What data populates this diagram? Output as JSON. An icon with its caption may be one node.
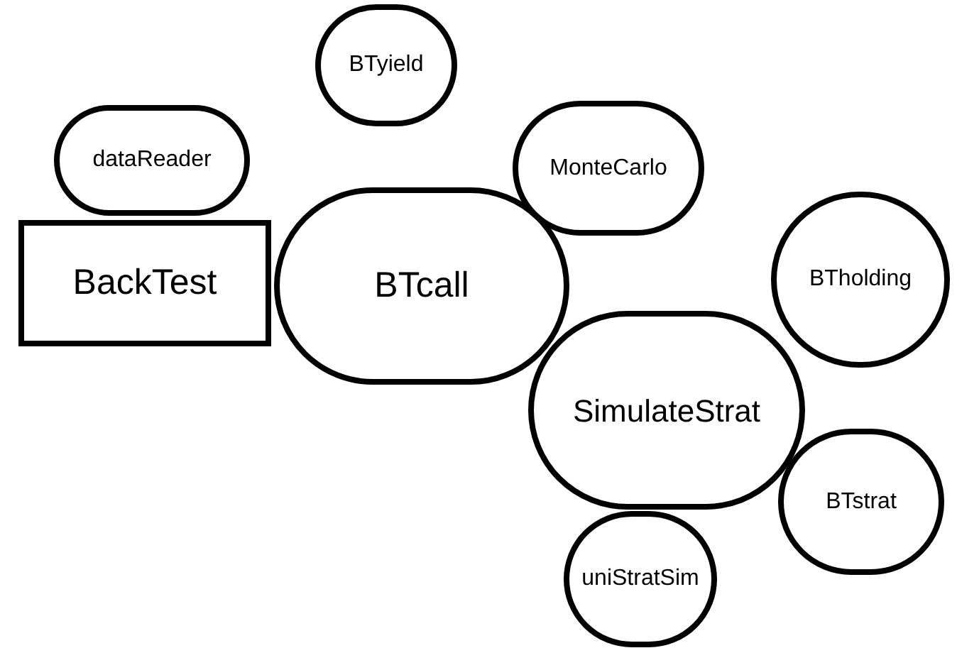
{
  "diagram": {
    "nodes": [
      {
        "text": [
          "BTyield"
        ]
      },
      {
        "text": [
          "dataReader"
        ]
      },
      {
        "text": [
          "MonteCarlo"
        ]
      },
      {
        "text": [
          "BackTest"
        ]
      },
      {
        "text": [
          "BTcall"
        ]
      },
      {
        "text": [
          "BTholding"
        ]
      },
      {
        "text": [
          "SimulateStrat"
        ]
      },
      {
        "text": [
          "BTstrat"
        ]
      },
      {
        "text": [
          "uniStratSim"
        ]
      }
    ]
  }
}
